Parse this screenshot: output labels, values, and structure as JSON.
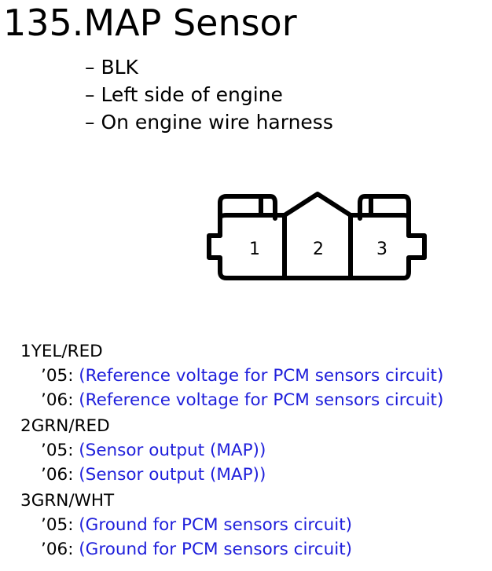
{
  "title": "135.MAP Sensor",
  "info": [
    "– BLK",
    "– Left side of engine",
    "– On engine wire harness"
  ],
  "connector": {
    "pin_labels": [
      "1",
      "2",
      "3"
    ]
  },
  "pins": [
    {
      "number": "1",
      "wire": "YEL/RED",
      "rows": [
        {
          "year": "’05:",
          "desc": "(Reference voltage for PCM sensors circuit)"
        },
        {
          "year": "’06:",
          "desc": "(Reference voltage for PCM sensors circuit)"
        }
      ]
    },
    {
      "number": "2",
      "wire": "GRN/RED",
      "rows": [
        {
          "year": "’05:",
          "desc": "(Sensor output (MAP))"
        },
        {
          "year": "’06:",
          "desc": "(Sensor output (MAP))"
        }
      ]
    },
    {
      "number": "3",
      "wire": "GRN/WHT",
      "rows": [
        {
          "year": "’05:",
          "desc": "(Ground for PCM sensors circuit)"
        },
        {
          "year": "’06:",
          "desc": "(Ground for PCM sensors circuit)"
        }
      ]
    }
  ],
  "colors": {
    "text": "#000000",
    "description": "#1f1fdb"
  }
}
